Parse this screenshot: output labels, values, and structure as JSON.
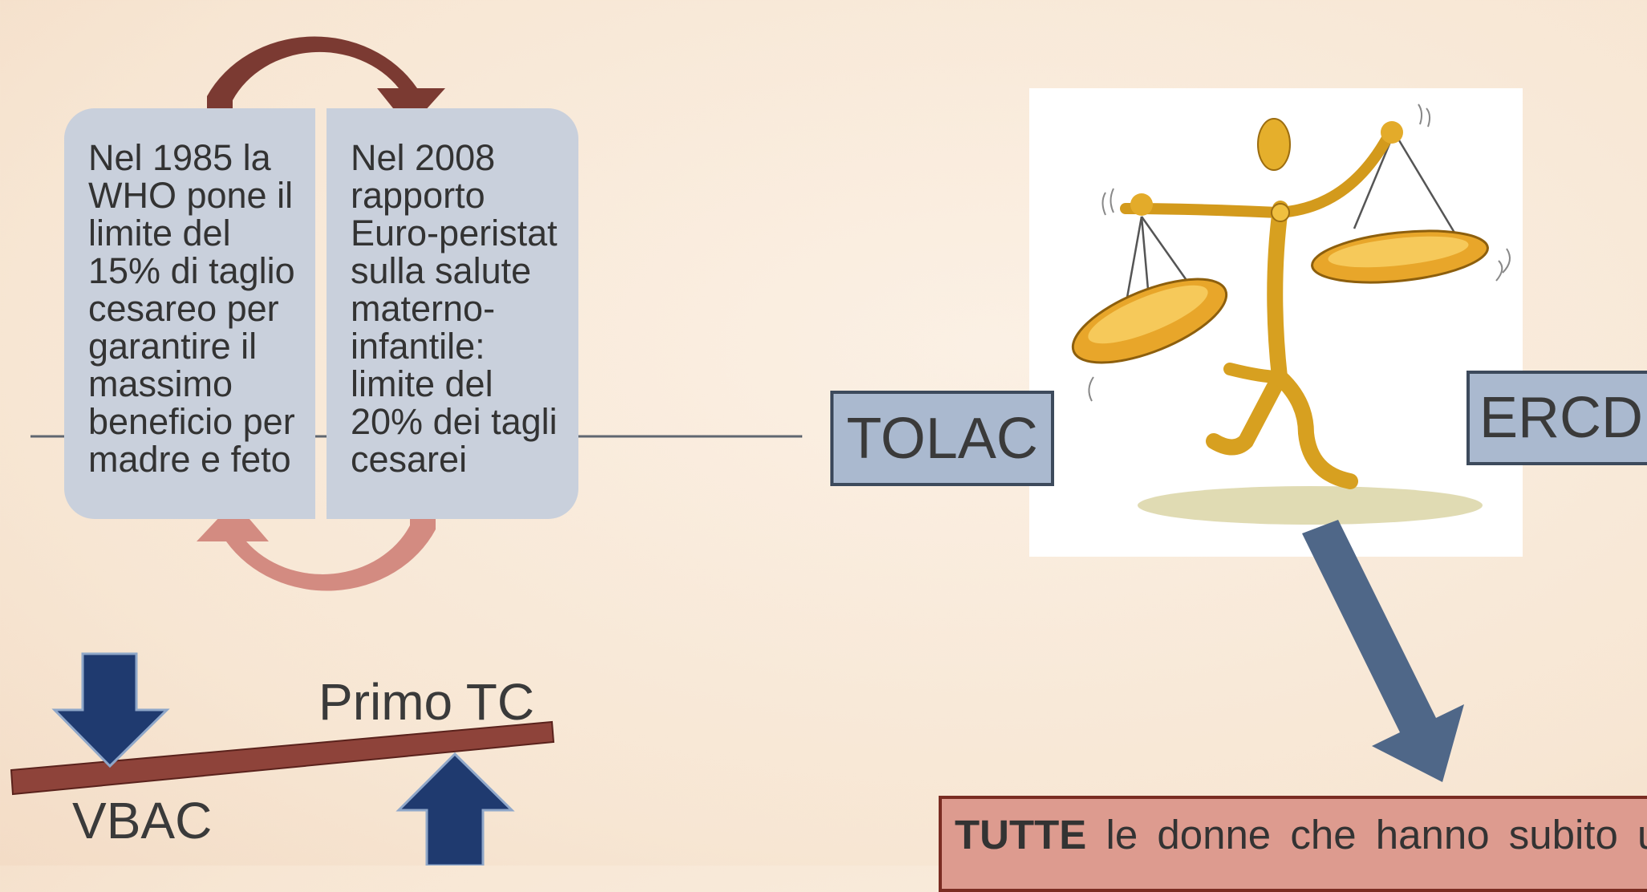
{
  "cycle": {
    "left_text": "Nel 1985 la WHO pone il limite del 15% di taglio cesareo per garantire il massimo beneficio per madre e feto",
    "left_lines": [
      "Nel 1985 la",
      "WHO pone il",
      "limite del",
      "15% di taglio",
      "cesareo per",
      "garantire il",
      "massimo",
      "beneficio per",
      "madre e feto"
    ],
    "right_lines": [
      "Nel 2008",
      "rapporto",
      "Euro-peristat",
      "sulla salute",
      "materno-",
      "infantile:",
      "limite del",
      "20% dei tagli",
      "cesarei"
    ],
    "colors": {
      "card": "#c9d0dc",
      "arrow_top": "#7b3a32",
      "arrow_bottom": "#d38b81"
    }
  },
  "balance": {
    "left_label": "TOLAC",
    "right_label": "ERCD",
    "illustration": "golden-scale-cartoon"
  },
  "seesaw": {
    "top_label": "Primo TC",
    "bottom_label": "VBAC",
    "colors": {
      "beam": "#8e433a",
      "arrow": "#1f3a6f"
    }
  },
  "conclusion": {
    "bold": "TUTTE",
    "text": "le donne che hanno subito u"
  },
  "colors": {
    "big_arrow": "#4f6788",
    "conclusion_box": "#dd9b8f"
  }
}
